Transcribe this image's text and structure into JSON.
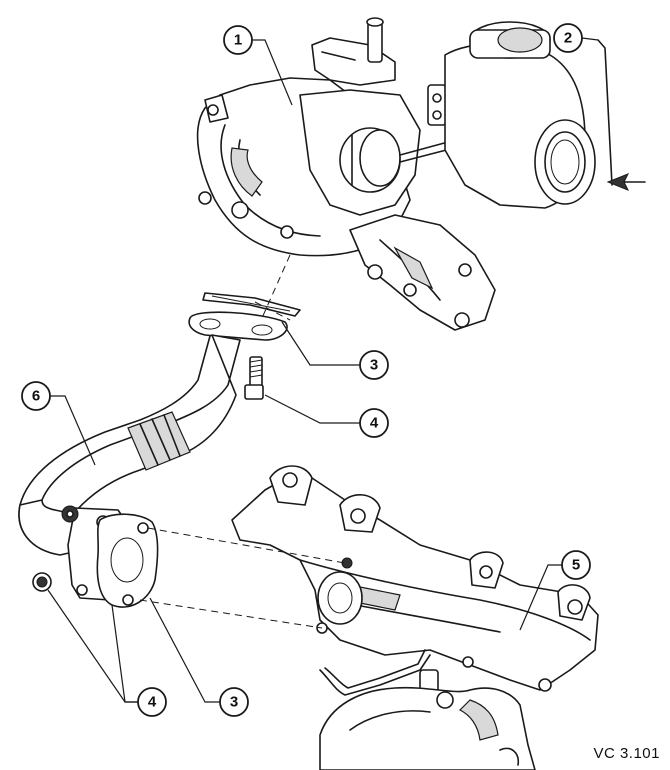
{
  "callouts": [
    {
      "id": "c1",
      "label": "1"
    },
    {
      "id": "c2",
      "label": "2"
    },
    {
      "id": "c3a",
      "label": "3"
    },
    {
      "id": "c4a",
      "label": "4"
    },
    {
      "id": "c5",
      "label": "5"
    },
    {
      "id": "c6",
      "label": "6"
    },
    {
      "id": "c4b",
      "label": "4"
    },
    {
      "id": "c3b",
      "label": "3"
    }
  ],
  "reference_code": "VC 3.101"
}
